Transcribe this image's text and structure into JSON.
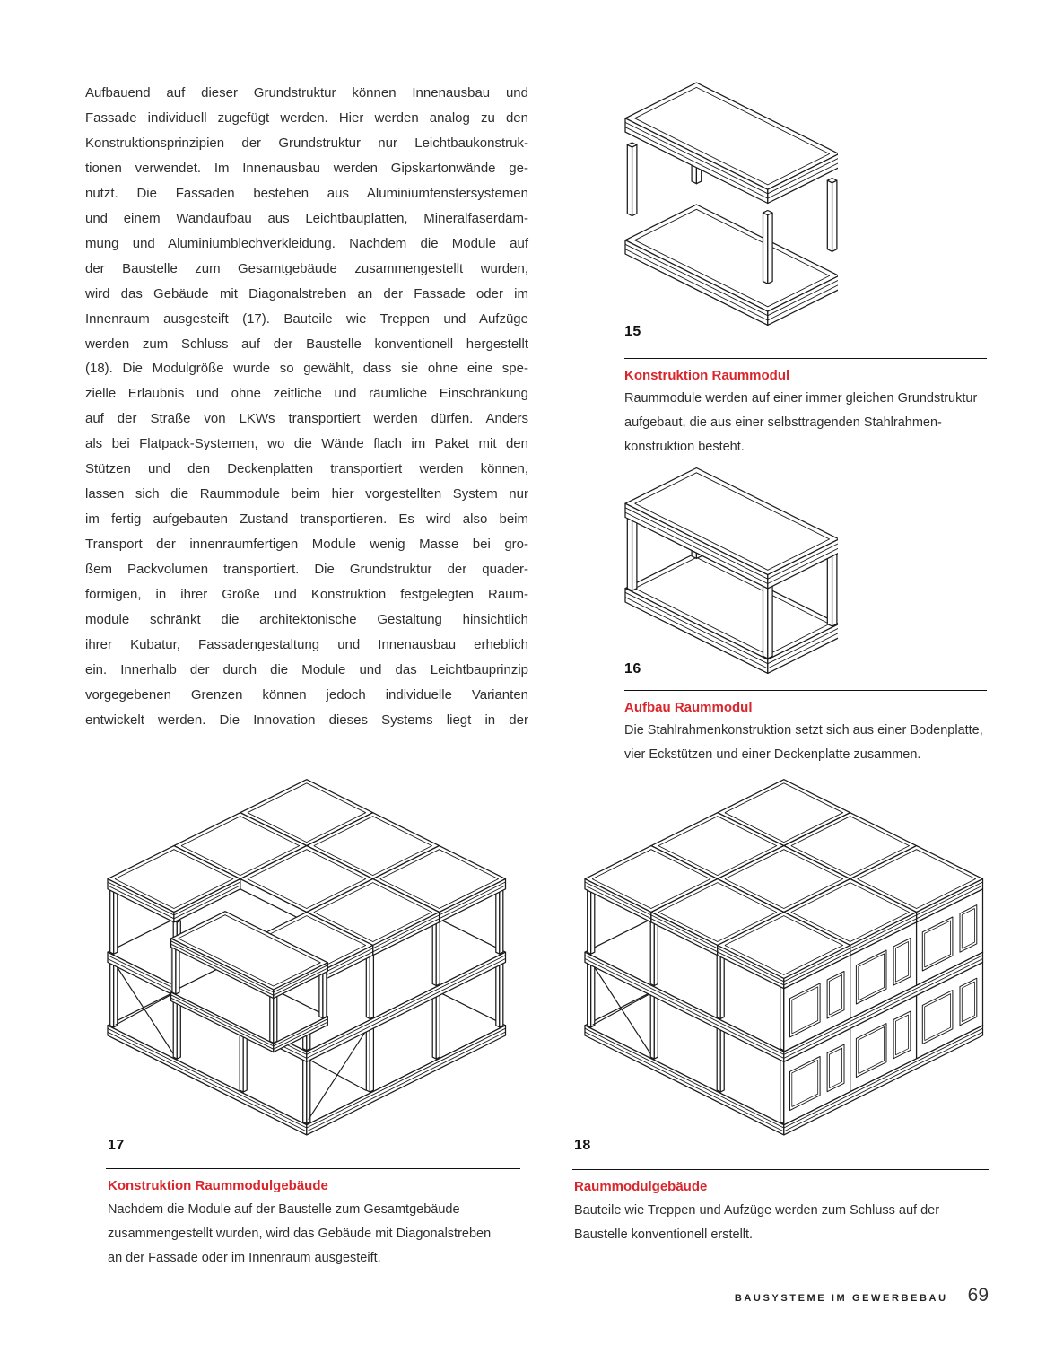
{
  "colors": {
    "accent_red": "#d8262c",
    "line": "#1b1b1b",
    "text": "#2e2e2e"
  },
  "article": {
    "body_lines": [
      "Aufbauend auf dieser Grundstruktur können Innenausbau und",
      "Fassade individuell zugefügt werden. Hier werden analog zu den",
      "Konstruktionsprinzipien der Grundstruktur nur Leichtbaukonstruk-",
      "tionen verwendet. Im Innenausbau werden Gipskartonwände ge-",
      "nutzt. Die Fassaden bestehen aus Aluminiumfenstersystemen",
      "und einem Wandaufbau aus Leichtbauplatten, Mineralfaserdäm-",
      "mung und Aluminiumblechverkleidung. Nachdem die Module auf",
      "der Baustelle zum Gesamtgebäude zusammengestellt wurden,",
      "wird das Gebäude mit Diagonalstreben an der Fassade oder im",
      "Innenraum ausgesteift (17). Bauteile wie Treppen und Aufzüge",
      "werden zum Schluss auf der Baustelle konventionell hergestellt",
      "(18). Die Modulgröße wurde so gewählt, dass sie ohne eine spe-",
      "zielle Erlaubnis und ohne zeitliche und räumliche Einschränkung",
      "auf der Straße von LKWs transportiert werden dürfen. Anders",
      "als bei Flatpack-Systemen, wo die Wände flach im Paket mit den",
      "Stützen und den Deckenplatten transportiert werden können,",
      "lassen sich die Raummodule beim hier vorgestellten System nur",
      "im fertig aufgebauten Zustand transportieren. Es wird also beim",
      "Transport der innenraumfertigen Module wenig Masse bei gro-",
      "ßem Packvolumen transportiert. Die Grundstruktur der quader-",
      "förmigen, in ihrer Größe und Konstruktion festgelegten Raum-",
      "module schränkt die architektonische Gestaltung hinsichtlich",
      "ihrer Kubatur, Fassadengestaltung und Innenausbau erheblich",
      "ein. Innerhalb der durch die Module und das Leichtbauprinzip",
      "vorgegebenen Grenzen können jedoch individuelle Varianten",
      "entwickelt werden. Die Innovation dieses Systems liegt in der"
    ]
  },
  "figures": {
    "fig15": {
      "number": "15",
      "title": "Konstruktion Raummodul",
      "caption_lines": [
        "Raummodule werden auf einer immer gleichen Grundstruktur",
        "aufgebaut, die aus einer selbsttragenden Stahlrahmen-",
        "konstruktion besteht."
      ]
    },
    "fig16": {
      "number": "16",
      "title": "Aufbau Raummodul",
      "caption_lines": [
        "Die Stahlrahmenkonstruktion setzt sich aus einer Bodenplatte,",
        "vier Eckstützen und einer Deckenplatte zusammen."
      ]
    },
    "fig17": {
      "number": "17",
      "title": "Konstruktion Raummodulgebäude",
      "caption_lines": [
        "Nachdem die Module auf der Baustelle zum Gesamtgebäude",
        "zusammengestellt wurden, wird das Gebäude mit Diagonalstreben",
        "an der Fassade oder im Innenraum ausgesteift."
      ]
    },
    "fig18": {
      "number": "18",
      "title": "Raummodulgebäude",
      "caption_lines": [
        "Bauteile wie Treppen und Aufzüge werden zum Schluss auf der",
        "Baustelle konventionell erstellt."
      ]
    }
  },
  "footer": {
    "section": "BAUSYSTEME IM GEWERBEBAU",
    "page_number": "69"
  }
}
